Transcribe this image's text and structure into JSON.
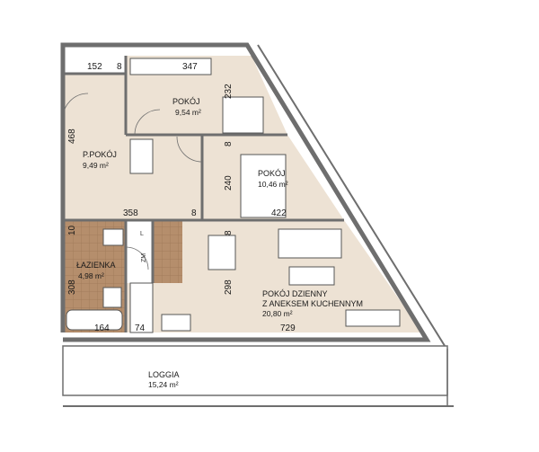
{
  "rooms": {
    "pokoj1": {
      "name": "POKÓJ",
      "area": "9,54 m²"
    },
    "przedpokoj": {
      "name": "P.POKÓJ",
      "area": "9,49 m²"
    },
    "pokoj2": {
      "name": "POKÓJ",
      "area": "10,46 m²"
    },
    "lazienka": {
      "name": "ŁAZIENKA",
      "area": "4,98 m²"
    },
    "dzienny": {
      "name_line1": "POKÓJ DZIENNY",
      "name_line2": "Z ANEKSEM KUCHENNYM",
      "area": "20,80 m²"
    },
    "loggia": {
      "name": "LOGGIA",
      "area": "15,24 m²"
    }
  },
  "dimensions": {
    "d152": "152",
    "d8a": "8",
    "d347": "347",
    "d232": "232",
    "d468": "468",
    "d8b": "8",
    "d240": "240",
    "d358": "358",
    "d8c": "8",
    "d422": "422",
    "d10": "10",
    "d8d": "8",
    "d308": "308",
    "d298": "298",
    "d164": "164",
    "d74": "74",
    "d729": "729"
  },
  "fixtures": {
    "zm": "ZM",
    "l": "L"
  },
  "colors": {
    "floor": "#ede2d4",
    "tile": "#b58e6c",
    "wall": "#6e6e6e"
  }
}
